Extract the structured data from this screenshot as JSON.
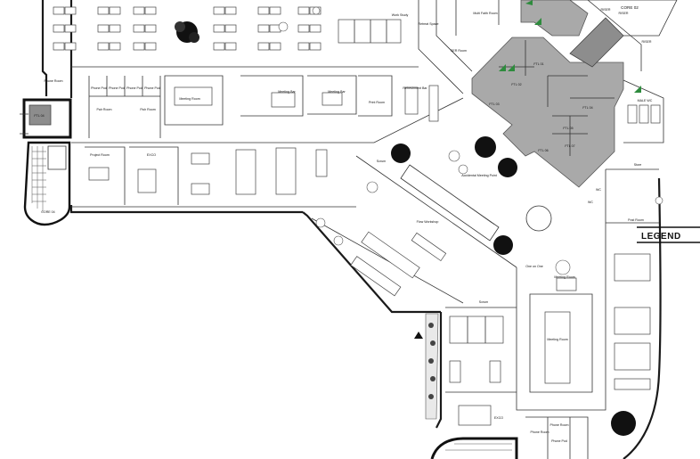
{
  "legend": {
    "title": "LEGEND"
  },
  "cores": {
    "north_east": {
      "name": "CORE 02",
      "subtitle": "RISER"
    },
    "west": {
      "name": "CORE 04"
    },
    "stair_west": {
      "name": "FTL 04"
    }
  },
  "core_rooms": [
    "FTL 01",
    "FTL 02",
    "FTL 03",
    "FTL 04",
    "FTL 05",
    "FTL 06",
    "FTL 07"
  ],
  "rooms": {
    "work_study": "Work Study",
    "retreat_space": "Retreat Space",
    "multi_faith": "Multi Faith Room",
    "ser_room": "SER Room",
    "phone_room_w": "Phone Room",
    "phone_pod_1": "Phone Pod",
    "phone_pod_2": "Phone Pod",
    "phone_pod_3": "Phone Pod",
    "phone_pod_4": "Phone Pod",
    "pair_room": "Pair Room",
    "fish_room": "Fish Room",
    "meeting_room_n": "Meeting Room",
    "meeting_bar_1": "Meeting Bar",
    "meeting_bar_2": "Meeting Bar",
    "print_room": "Print Room",
    "refreshment_bar": "Refreshment Bar",
    "project_room": "Project Room",
    "exco_w": "EXCO",
    "scrum_n": "Scrum",
    "accidental_meeting": "Accidental Meeting Point",
    "flow_workshop": "Flow Workshop",
    "scrum_s": "Scrum",
    "one_on_one": "One on One",
    "meeting_room_s": "Meeting Room",
    "meeting_room_main": "Meeting Room",
    "exco_s": "EXCO",
    "phone_room_s": "Phone Room",
    "phone_room_s2": "Phone Room",
    "phone_pod_s": "Phone Pod",
    "store": "Store",
    "post_room": "Post Room",
    "wc_1": "WC",
    "wc_2": "WC",
    "male_wc": "MALE WC",
    "riser_1": "RISER",
    "riser_2": "RISER"
  }
}
